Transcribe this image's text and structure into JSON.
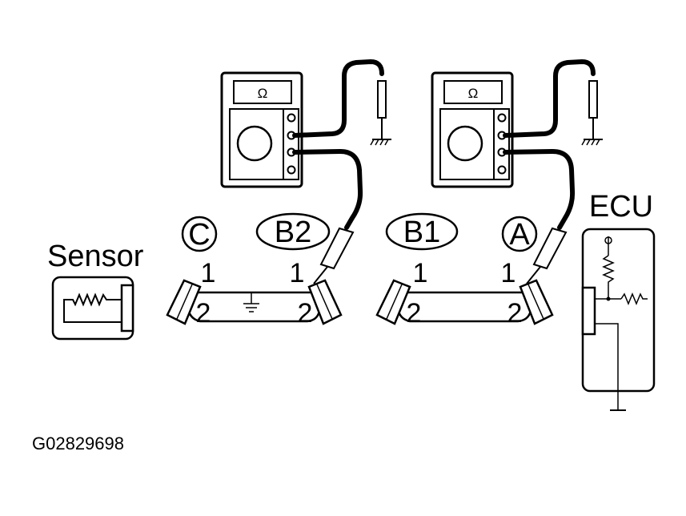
{
  "figure_id": "G02829698",
  "sensor_label": "Sensor",
  "ecu_label": "ECU",
  "meter_left": {
    "unit": "Ω"
  },
  "meter_right": {
    "unit": "Ω"
  },
  "connectors": {
    "c": {
      "label": "C"
    },
    "b2": {
      "label": "B2"
    },
    "b1": {
      "label": "B1"
    },
    "a": {
      "label": "A"
    }
  },
  "pins": {
    "harness_left_c_1": "1",
    "harness_left_c_2": "2",
    "harness_left_b2_1": "1",
    "harness_left_b2_2": "2",
    "harness_right_b1_1": "1",
    "harness_right_b1_2": "2",
    "harness_right_a_1": "1",
    "harness_right_a_2": "2"
  }
}
